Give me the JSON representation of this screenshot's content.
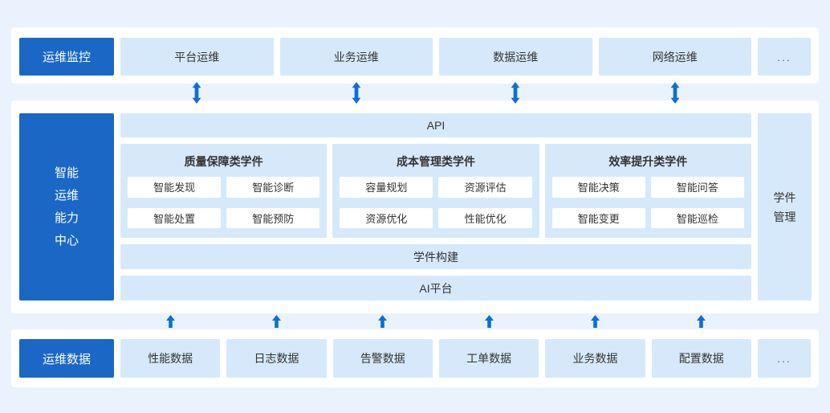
{
  "colors": {
    "page_background": "#eaf3fd",
    "band_background": "#ffffff",
    "primary_blue": "#1a67c6",
    "light_blue_box": "#d6e9fb",
    "arrow_blue": "#0d6dd8",
    "text_dark": "#333333",
    "ellipsis_gray": "#666666"
  },
  "top_band": {
    "label": "运维监控",
    "items": [
      "平台运维",
      "业务运维",
      "数据运维",
      "网络运维"
    ],
    "more": "..."
  },
  "middle_band": {
    "label_lines": [
      "智能",
      "运维",
      "能力",
      "中心"
    ],
    "api_bar": "API",
    "groups": [
      {
        "title": "质量保障类学件",
        "items": [
          "智能发现",
          "智能诊断",
          "智能处置",
          "智能预防"
        ]
      },
      {
        "title": "成本管理类学件",
        "items": [
          "容量规划",
          "资源评估",
          "资源优化",
          "性能优化"
        ]
      },
      {
        "title": "效率提升类学件",
        "items": [
          "智能决策",
          "智能问答",
          "智能变更",
          "智能巡检"
        ]
      }
    ],
    "build_bar": "学件构建",
    "ai_bar": "AI平台",
    "side_bar_lines": [
      "学件",
      "管理"
    ]
  },
  "bottom_band": {
    "label": "运维数据",
    "items": [
      "性能数据",
      "日志数据",
      "告警数据",
      "工单数据",
      "业务数据",
      "配置数据"
    ],
    "more": "..."
  }
}
